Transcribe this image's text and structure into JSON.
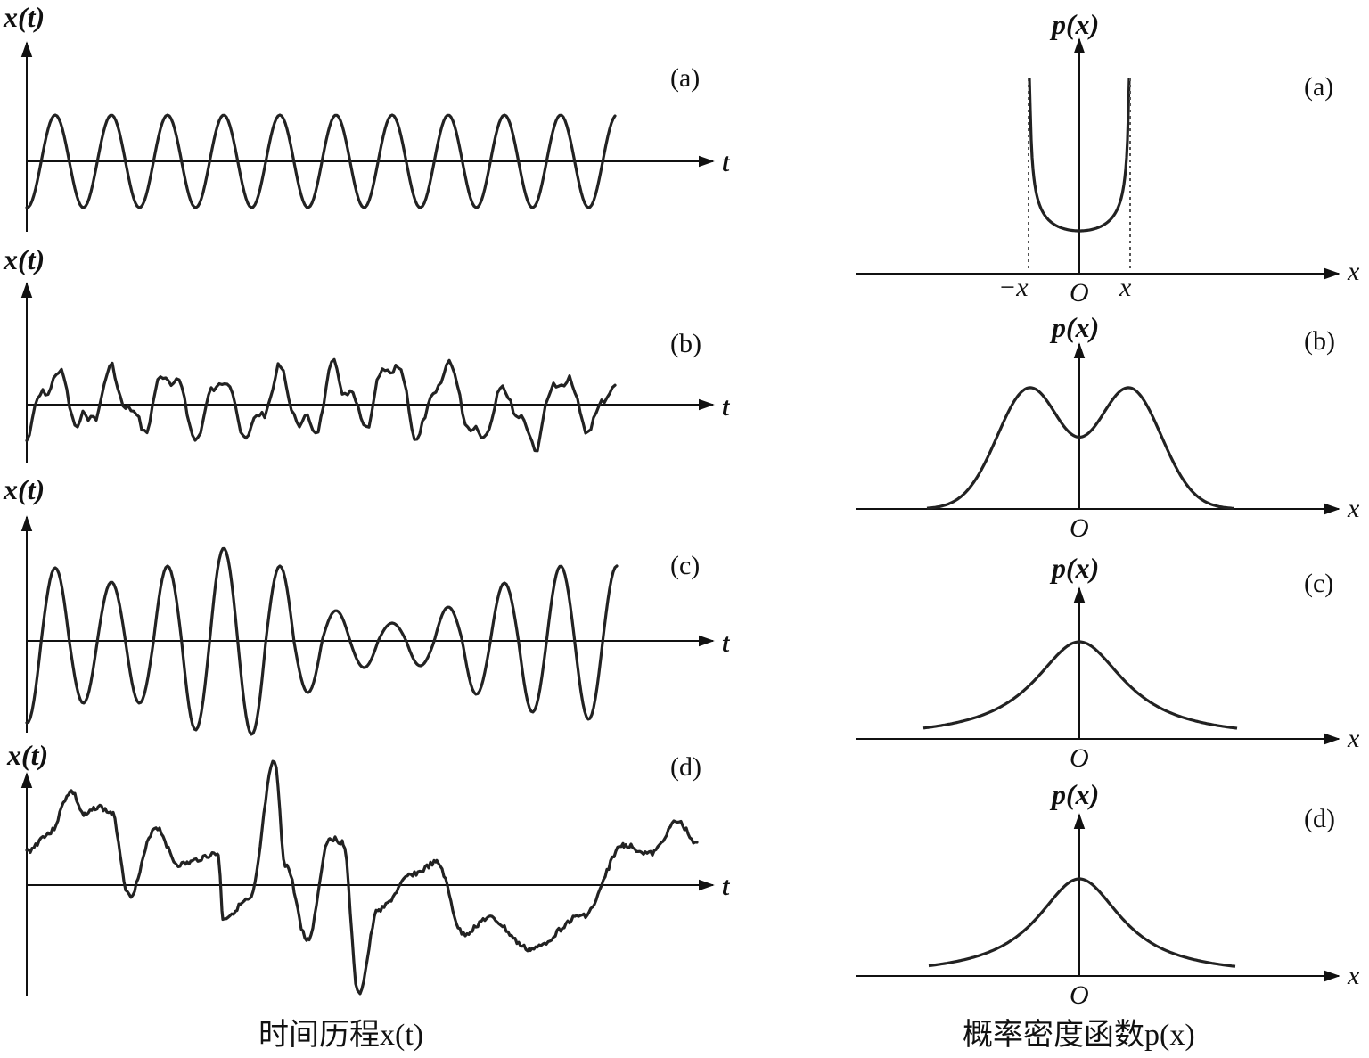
{
  "left_column": {
    "y_axis_label": "x(t)",
    "x_axis_label": "t",
    "panel_labels": [
      "(a)",
      "(b)",
      "(c)",
      "(d)"
    ],
    "caption": "时间历程x(t)"
  },
  "right_column": {
    "y_axis_label": "p(x)",
    "x_axis_label": "x",
    "origin_label": "O",
    "tick_labels_a": [
      "−x",
      "x"
    ],
    "panel_labels": [
      "(a)",
      "(b)",
      "(c)",
      "(d)"
    ],
    "caption": "概率密度函数p(x)"
  },
  "chart_data": [
    {
      "type": "line",
      "panel": "(a)",
      "description": "sine wave time history",
      "cycles": 10
    },
    {
      "type": "line",
      "panel": "(b)",
      "description": "sine wave plus random noise"
    },
    {
      "type": "line",
      "panel": "(c)",
      "description": "narrow-band random time history"
    },
    {
      "type": "line",
      "panel": "(d)",
      "description": "broad-band random time history"
    },
    {
      "type": "line",
      "panel": "(a)",
      "description": "probability density of sine wave, U-shaped between −x and x"
    },
    {
      "type": "line",
      "panel": "(b)",
      "description": "bimodal probability density"
    },
    {
      "type": "line",
      "panel": "(c)",
      "description": "bell-shaped probability density"
    },
    {
      "type": "line",
      "panel": "(d)",
      "description": "bell-shaped probability density"
    }
  ]
}
